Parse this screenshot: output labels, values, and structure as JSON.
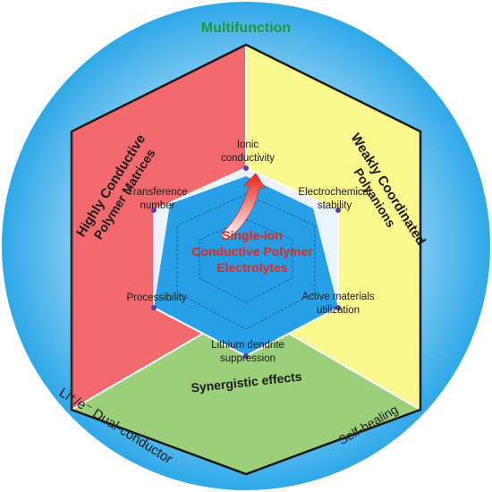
{
  "outer_labels": {
    "top": "Multifunction",
    "bottom_left": "Li⁺/e⁻ Dual-conductor",
    "bottom_right": "Self-healing"
  },
  "sector_labels": {
    "left_line1": "Highly Conductive",
    "left_line2": "Polymer Matrices",
    "right_line1": "Weakly Coordinated",
    "right_line2": "Polyanions",
    "bottom": "Synergistic effects"
  },
  "radar": {
    "axes": [
      {
        "label_line1": "Ionic",
        "label_line2": "conductivity"
      },
      {
        "label_line1": "Electrochemical",
        "label_line2": "stability"
      },
      {
        "label_line1": "Active materials",
        "label_line2": "utilization"
      },
      {
        "label_line1": "Lithium dendrite",
        "label_line2": "suppression"
      },
      {
        "label_line1": "Processibility",
        "label_line2": ""
      },
      {
        "label_line1": "Transference",
        "label_line2": "number"
      }
    ]
  },
  "center_title": {
    "line1": "Single-ion",
    "line2": "Conductive Polymer",
    "line3": "Electrolytes"
  },
  "colors": {
    "outer_circle": "#2ea8e8",
    "left_sector": "#f36a6e",
    "right_sector": "#fbf88e",
    "bottom_sector": "#9ccf7a",
    "multifunction_text": "#1e9a3a",
    "radar_fill": "#1e9be6",
    "center_text": "#e8241c",
    "point": "#5b3fa0"
  }
}
